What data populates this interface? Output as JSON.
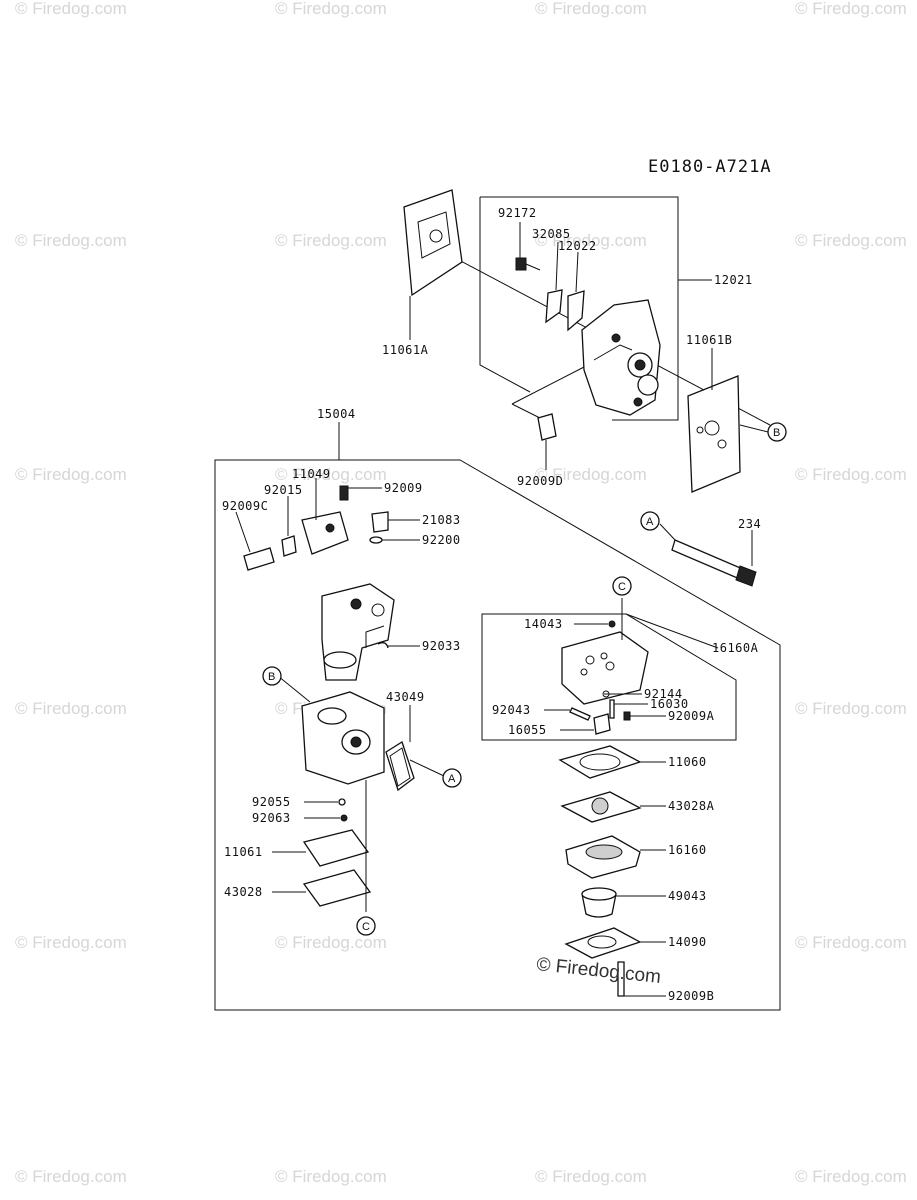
{
  "diagram_code": "E0180-A721A",
  "watermark_text": "© Firedog.com",
  "center_watermark": "© Firedog.com",
  "part_labels": {
    "p92172": "92172",
    "p32085": "32085",
    "p12022": "12022",
    "p12021": "12021",
    "p11061A": "11061A",
    "p11061B": "11061B",
    "p92009D": "92009D",
    "p15004": "15004",
    "p11049": "11049",
    "p92009": "92009",
    "p92015": "92015",
    "p92009C": "92009C",
    "p21083": "21083",
    "p92200": "92200",
    "p234": "234",
    "p92033": "92033",
    "p14043": "14043",
    "p16160A": "16160A",
    "p43049": "43049",
    "p92144": "92144",
    "p16030": "16030",
    "p92043": "92043",
    "p92009A": "92009A",
    "p16055": "16055",
    "p11060": "11060",
    "p92055": "92055",
    "p92063": "92063",
    "p43028A": "43028A",
    "p11061": "11061",
    "p16160": "16160",
    "p43028": "43028",
    "p49043": "49043",
    "p14090": "14090",
    "p92009B": "92009B"
  },
  "ref_markers": {
    "A": "A",
    "B": "B",
    "C": "C"
  }
}
